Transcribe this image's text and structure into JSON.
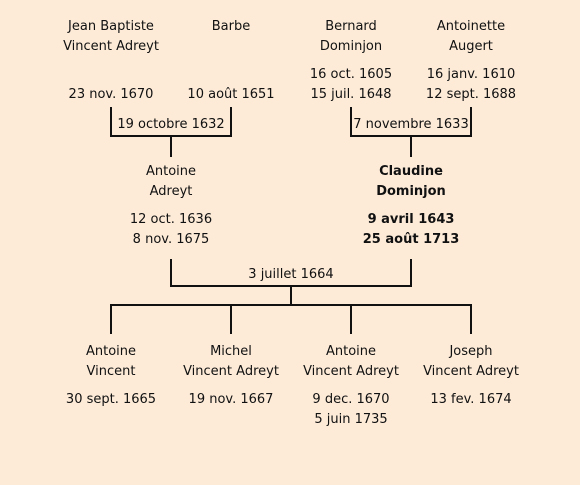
{
  "tree": {
    "grandparents": [
      {
        "name": "Jean Baptiste\nVincent Adreyt",
        "dates": "23 nov. 1670"
      },
      {
        "name": "Barbe",
        "dates": "10 août 1651"
      },
      {
        "name": "Bernard\nDominjon",
        "dates": "16 oct. 1605\n15 juil. 1648"
      },
      {
        "name": "Antoinette\nAugert",
        "dates": "16 janv. 1610\n12 sept. 1688"
      }
    ],
    "grandparent_marriages": [
      "19 octobre 1632",
      "7 novembre 1633"
    ],
    "parents": [
      {
        "name": "Antoine\nAdreyt",
        "dates": "12 oct. 1636\n8 nov. 1675"
      },
      {
        "name": "Claudine\nDominjon",
        "dates": "9 avril 1643\n25 août 1713"
      }
    ],
    "parents_marriage": "3 juillet 1664",
    "children": [
      {
        "name": "Antoine\nVincent",
        "dates": "30 sept. 1665"
      },
      {
        "name": "Michel\nVincent Adreyt",
        "dates": "19 nov. 1667"
      },
      {
        "name": "Antoine\nVincent Adreyt",
        "dates": "9 dec. 1670\n5 juin 1735"
      },
      {
        "name": "Joseph\nVincent Adreyt",
        "dates": "13 fev. 1674"
      }
    ]
  }
}
